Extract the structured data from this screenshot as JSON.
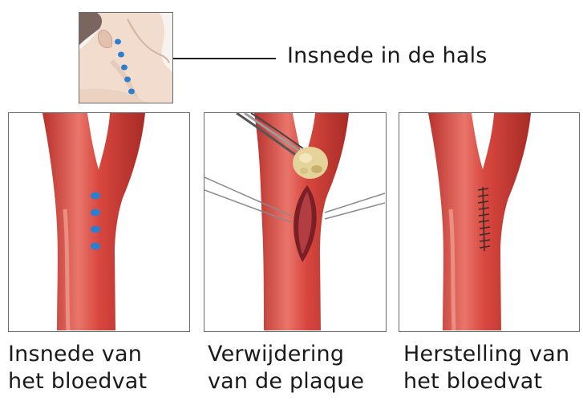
{
  "neck_label": "Insnede in de hals",
  "steps": [
    {
      "line1": "Insnede van",
      "line2": "het bloedvat"
    },
    {
      "line1": "Verwijdering",
      "line2": "van de plaque"
    },
    {
      "line1": "Herstelling van",
      "line2": "het bloedvat"
    }
  ],
  "colors": {
    "artery": "#d8473f",
    "artery_highlight": "#ee8a7e",
    "artery_shadow": "#a72b27",
    "incision_marker": "#2a7fd0",
    "plaque": "#e5d39a",
    "frame": "#6b6b6b",
    "skin": "#f1d9c6"
  }
}
